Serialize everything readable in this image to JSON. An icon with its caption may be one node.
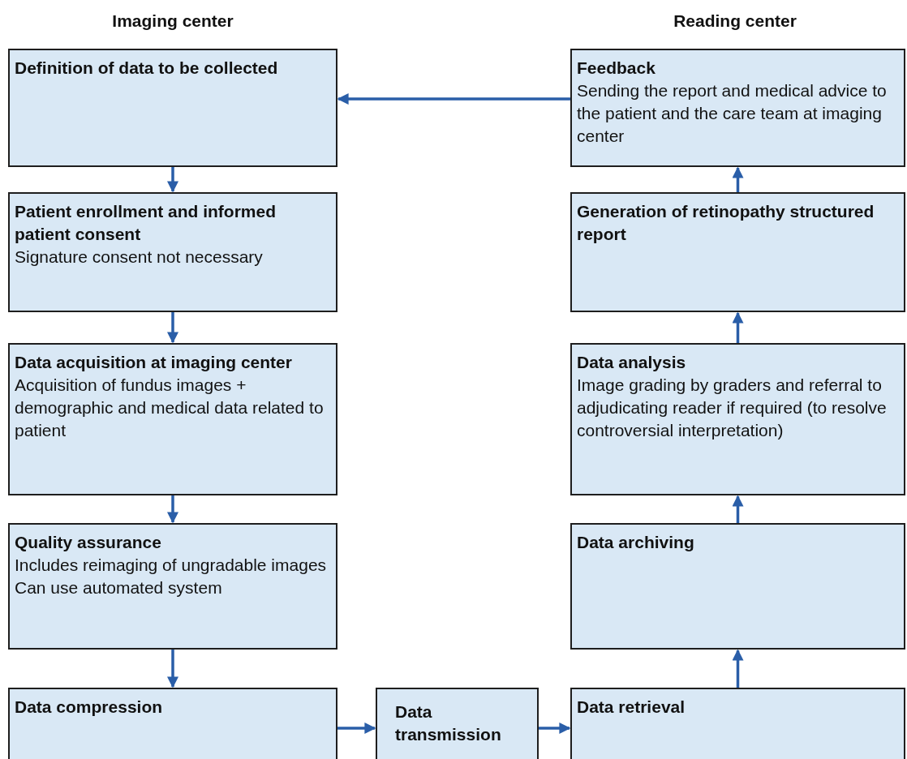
{
  "diagram": {
    "nodes": [
      {
        "text": [
          "Definition of data to be collected"
        ]
      },
      {
        "text": [
          "Patient enrollment and informed patient consent",
          "Signature consent not necessary"
        ]
      },
      {
        "text": [
          "Data acquisition at imaging center",
          "Acquisition of fundus images + demographic and medical data related to patient"
        ]
      },
      {
        "text": [
          "Quality assurance",
          "Includes reimaging of ungradable images",
          "Can use automated system"
        ]
      },
      {
        "text": [
          "Data compression"
        ]
      },
      {
        "text": [
          "Data transmission"
        ]
      },
      {
        "text": [
          "Data retrieval"
        ]
      },
      {
        "text": [
          "Data archiving"
        ]
      },
      {
        "text": [
          "Data analysis",
          "Image grading by graders and referral to adjudicating reader if required (to resolve controversial interpretation)"
        ]
      },
      {
        "text": [
          "Generation of retinopathy structured report"
        ]
      },
      {
        "text": [
          "Feedback",
          "Sending the report and medical advice to the patient and the care team at imaging center"
        ]
      }
    ],
    "edges": [
      {
        "from": 0,
        "to": 1,
        "arrow": "to"
      },
      {
        "from": 1,
        "to": 2,
        "arrow": "to"
      },
      {
        "from": 2,
        "to": 3,
        "arrow": "to"
      },
      {
        "from": 3,
        "to": 4,
        "arrow": "to"
      },
      {
        "from": 4,
        "to": 5,
        "arrow": "to"
      },
      {
        "from": 5,
        "to": 6,
        "arrow": "to"
      },
      {
        "from": 6,
        "to": 7,
        "arrow": "to"
      },
      {
        "from": 7,
        "to": 8,
        "arrow": "to"
      },
      {
        "from": 8,
        "to": 9,
        "arrow": "to"
      },
      {
        "from": 9,
        "to": 10,
        "arrow": "to"
      },
      {
        "from": 10,
        "to": 0,
        "arrow": "to"
      }
    ],
    "labels": [
      "Imaging center",
      "Reading center"
    ]
  }
}
